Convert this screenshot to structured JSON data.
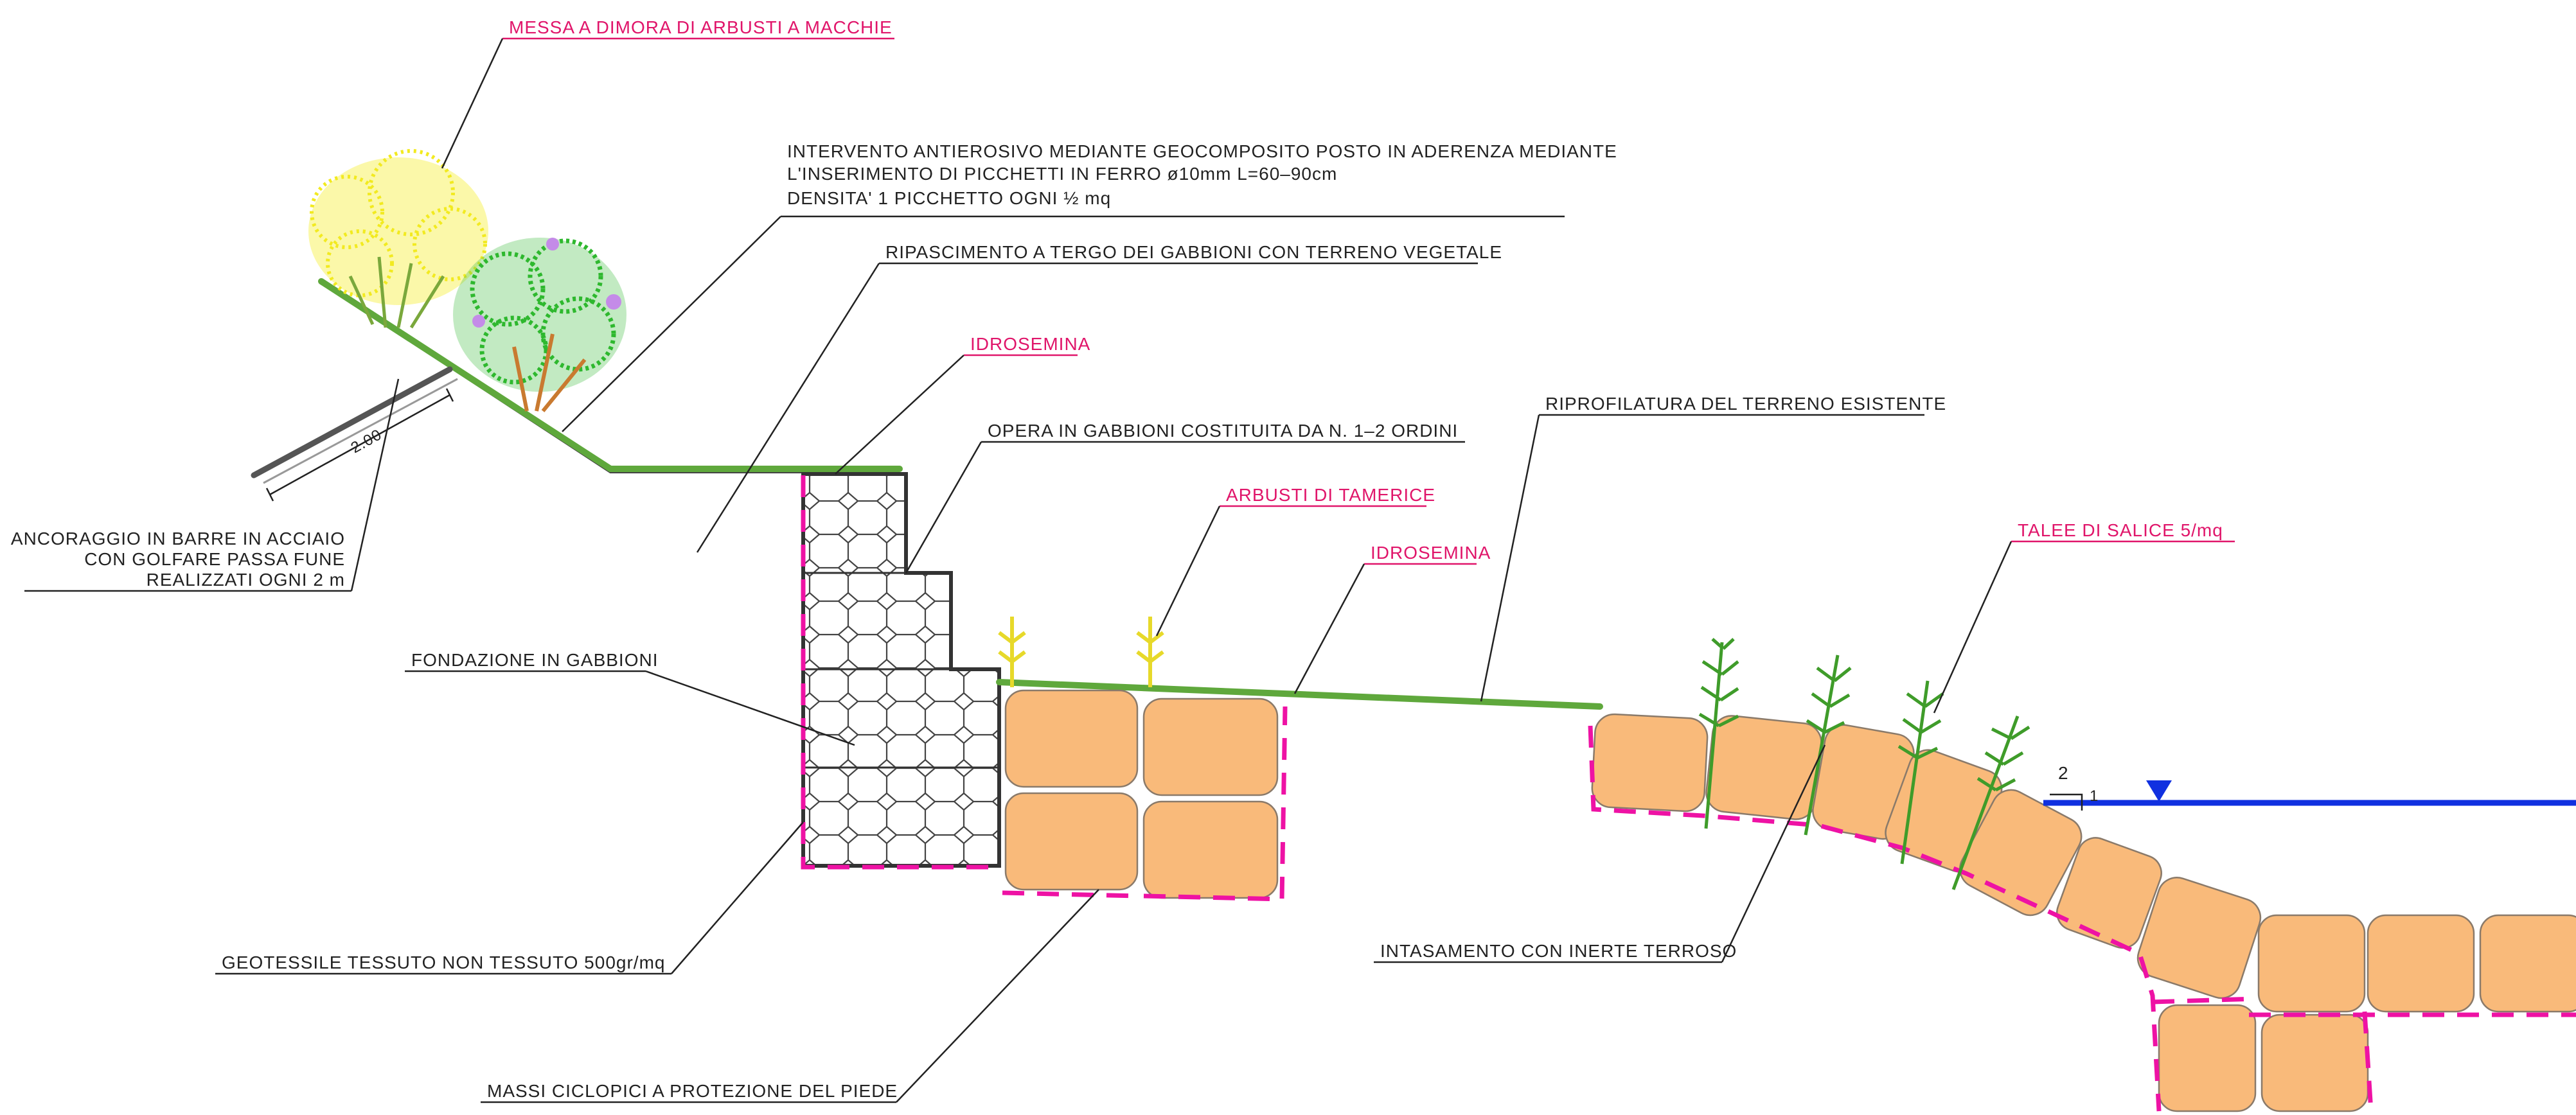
{
  "labels": {
    "messa_a_dimora": "MESSA A DIMORA DI ARBUSTI A MACCHIE",
    "intervento_line1": "INTERVENTO ANTIEROSIVO MEDIANTE GEOCOMPOSITO POSTO IN ADERENZA MEDIANTE",
    "intervento_line2": "L'INSERIMENTO DI PICCHETTI IN FERRO ø10mm L=60–90cm",
    "intervento_line3": "DENSITA' 1 PICCHETTO OGNI ½ mq",
    "ripascimento": "RIPASCIMENTO A TERGO DEI GABBIONI CON TERRENO VEGETALE",
    "idrosemina_1": "IDROSEMINA",
    "opera_gabbioni": "OPERA IN GABBIONI COSTITUITA DA N. 1–2 ORDINI",
    "riprofilatura": "RIPROFILATURA DEL TERRENO ESISTENTE",
    "arbusti_tamerice": "ARBUSTI DI TAMERICE",
    "idrosemina_2": "IDROSEMINA",
    "talee_salice": "TALEE DI SALICE 5/mq",
    "ancoraggio_line1": "ANCORAGGIO IN BARRE IN ACCIAIO",
    "ancoraggio_line2": "CON GOLFARE PASSA FUNE",
    "ancoraggio_line3": "REALIZZATI OGNI 2 m",
    "fondazione": "FONDAZIONE IN GABBIONI",
    "geotessile": "GEOTESSILE TESSUTO NON TESSUTO 500gr/mq",
    "intasamento": "INTASAMENTO CON INERTE TERROSO",
    "massi_ciclopici": "MASSI CICLOPICI A PROTEZIONE DEL PIEDE",
    "dim_anchor": "2.00",
    "slope_run": "2",
    "slope_rise": "1"
  },
  "colors": {
    "callout_red": "#e0156a",
    "grass_green": "#5fa83c",
    "rock_fill": "#f9ba7a",
    "geotextile_magenta": "#ee12a4",
    "water_blue": "#1030e0",
    "shrub_yellow": "#f2ea20",
    "shrub_green": "#2eb82e"
  }
}
